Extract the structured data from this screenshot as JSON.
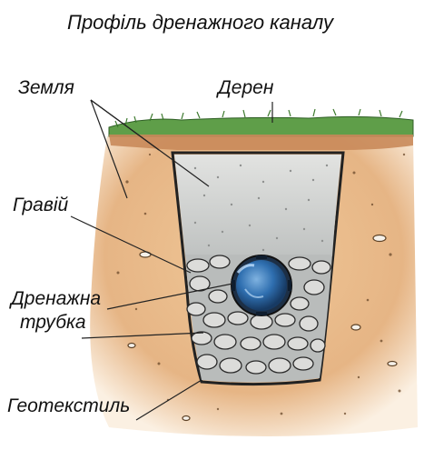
{
  "title": "Профіль дренажного каналу",
  "labels": {
    "earth": "Земля",
    "turf": "Дерен",
    "gravel": "Гравій",
    "pipe_line1": "Дренажна",
    "pipe_line2": "трубка",
    "geotextile": "Геотекстиль"
  },
  "colors": {
    "soil": "#e6b585",
    "soil_light": "#f3dcc0",
    "turf": "#5f9e49",
    "gravel_fill": "#cfd1d0",
    "stones": "#d8d8d6",
    "pipe": "#2f6fb0",
    "ink": "#111111"
  }
}
